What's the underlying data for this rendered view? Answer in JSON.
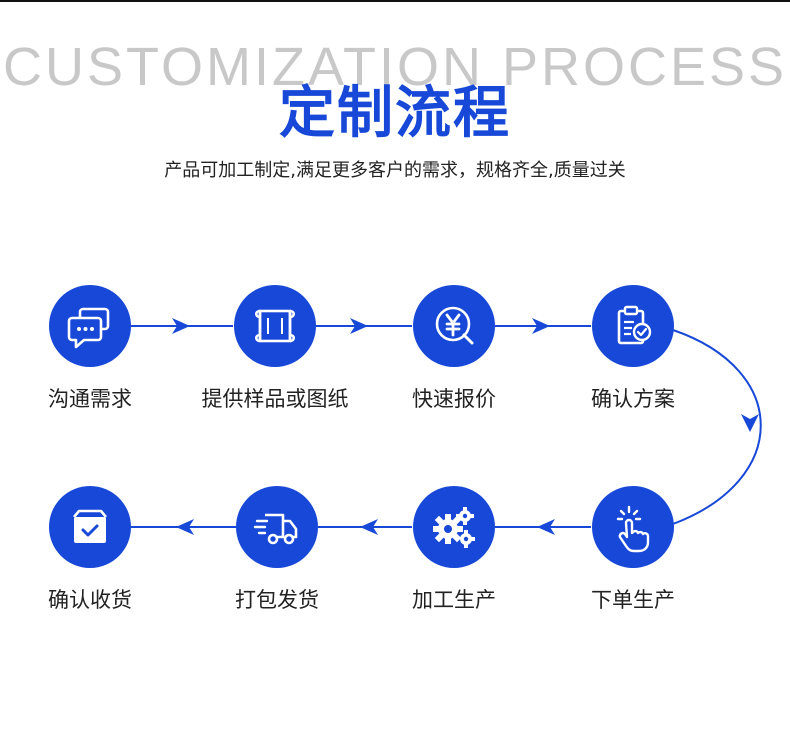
{
  "header": {
    "bg_title": "CUSTOMIZATION PROCESS",
    "title": "定制流程",
    "subtitle": "产品可加工制定,满足更多客户的需求，规格齐全,质量过关"
  },
  "colors": {
    "primary": "#1748d8",
    "bg_title": "#c8c8c8",
    "text": "#222222"
  },
  "steps": [
    {
      "label": "沟通需求",
      "icon": "chat-icon"
    },
    {
      "label": "提供样品或图纸",
      "icon": "drawing-scroll-icon"
    },
    {
      "label": "快速报价",
      "icon": "yuan-quote-icon"
    },
    {
      "label": "确认方案",
      "icon": "clipboard-check-icon"
    },
    {
      "label": "下单生产",
      "icon": "tap-hand-icon"
    },
    {
      "label": "加工生产",
      "icon": "gears-icon"
    },
    {
      "label": "打包发货",
      "icon": "delivery-truck-icon"
    },
    {
      "label": "确认收货",
      "icon": "receive-box-icon"
    }
  ]
}
